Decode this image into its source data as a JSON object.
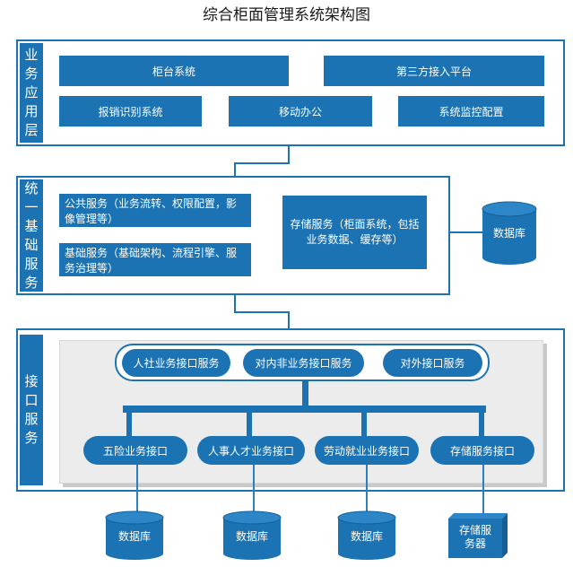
{
  "title": "综合柜面管理系统架构图",
  "layers": {
    "application": {
      "label": "业务应用层",
      "boxes": [
        "柜台系统",
        "第三方接入平台",
        "报销识别系统",
        "移动办公",
        "系统监控配置"
      ]
    },
    "unified": {
      "label": "统一基础服务",
      "public_service": "公共服务（业务流转、权限配置，影像管理等）",
      "basic_service": "基础服务（基础架构、流程引擎、服务治理等）",
      "storage_service": "存储服务（柜面系统，包括业务数据、缓存等）",
      "database": "数据库"
    },
    "interface": {
      "label": "接口服务",
      "top_pills": [
        "人社业务接口服务",
        "对内非业务接口服务",
        "对外接口服务"
      ],
      "bottom_pills": [
        "五险业务接口",
        "人事人才业务接口",
        "劳动就业业务接口",
        "存储服务接口"
      ]
    }
  },
  "bottom_stores": [
    "数据库",
    "数据库",
    "数据库",
    "存储服务器"
  ],
  "colors": {
    "accent": "#1b73b3",
    "panel": "#ececec"
  }
}
